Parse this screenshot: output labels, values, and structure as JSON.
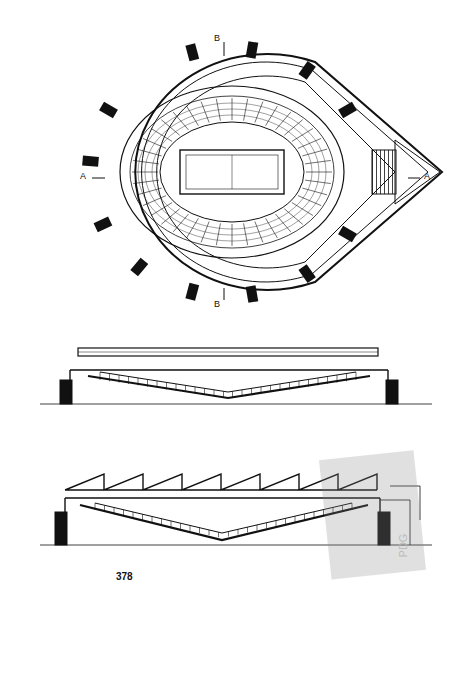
{
  "diagram": {
    "labels": [
      "B",
      "A",
      "A",
      "B",
      "378",
      "PDG"
    ]
  }
}
